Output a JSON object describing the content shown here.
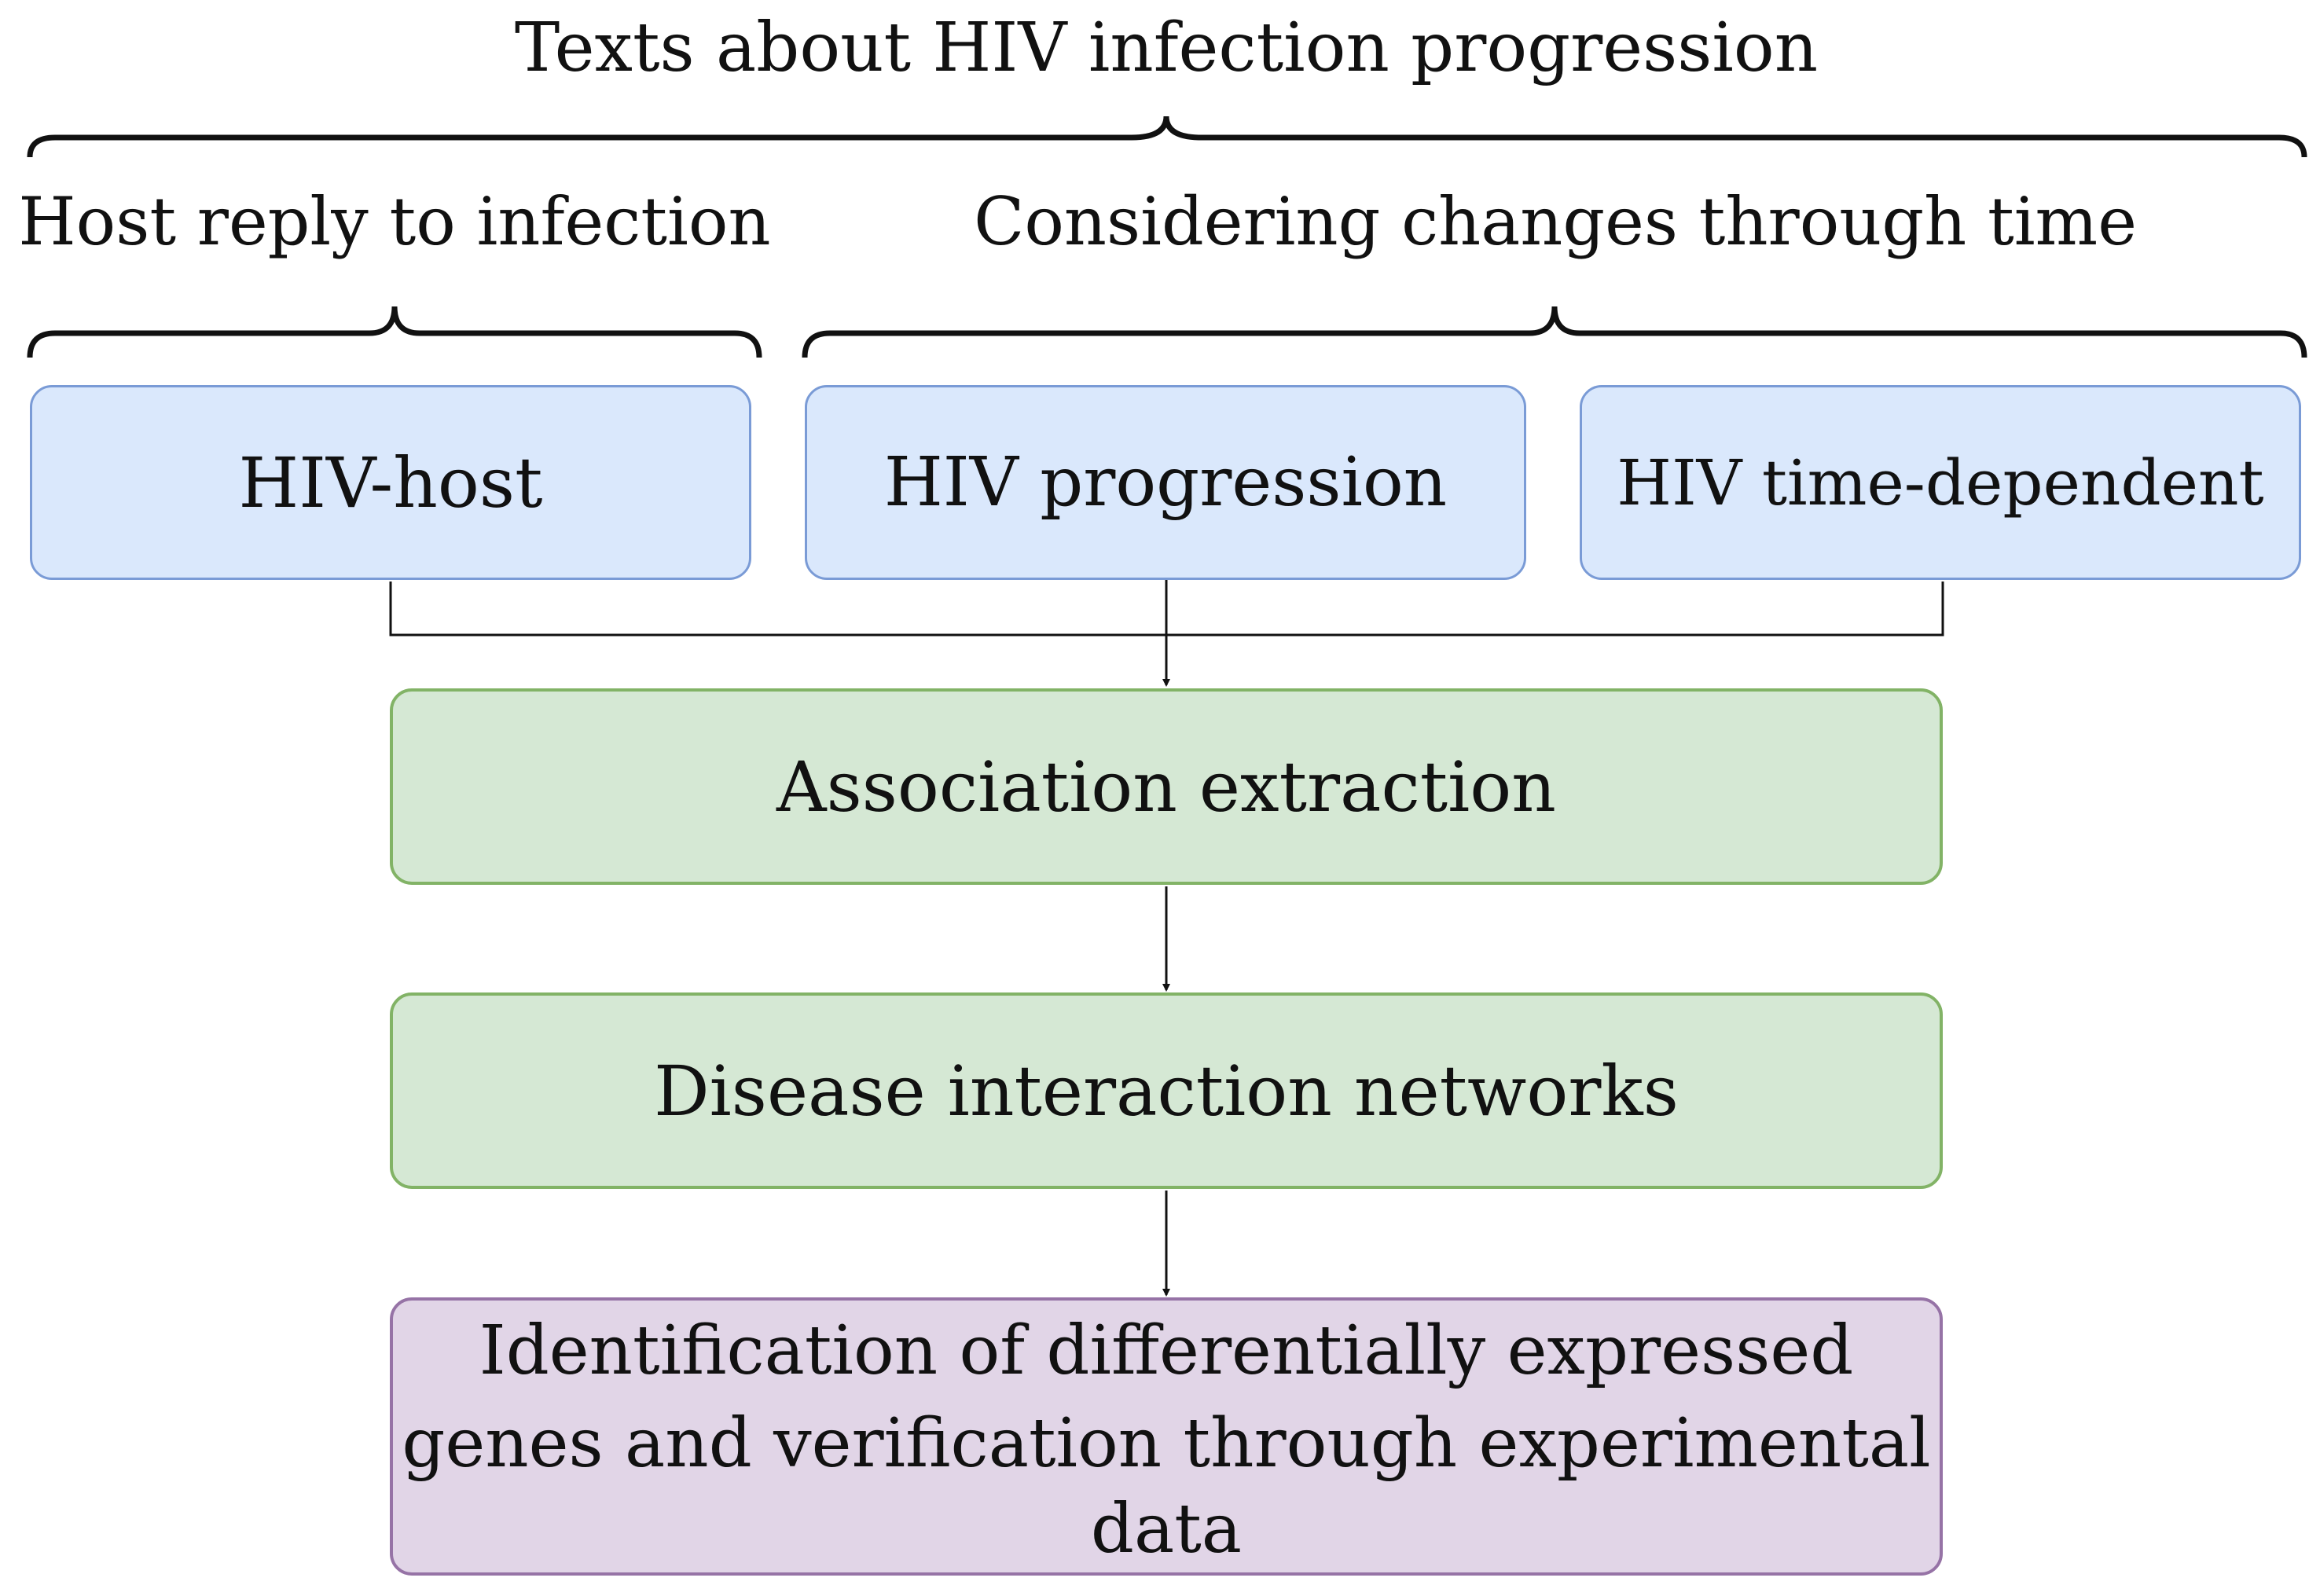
{
  "title": "Texts about HIV infection progression",
  "groups": {
    "host": "Host reply to infection",
    "time": "Considering changes through time"
  },
  "sources": {
    "hiv_host": "HIV-host",
    "hiv_progression": "HIV progression",
    "hiv_time": "HIV time-dependent"
  },
  "steps": {
    "association": "Association extraction",
    "networks": "Disease interaction networks",
    "identification_line1": "Identification of differentially expressed",
    "identification_line2": "genes and verification through experimental",
    "identification_line3": "data"
  },
  "colors": {
    "source_fill": "#dae8fc",
    "source_border": "#7a9bd6",
    "process_fill": "#d5e8d4",
    "process_border": "#82b366",
    "result_fill": "#e1d5e7",
    "result_border": "#9673a6"
  }
}
